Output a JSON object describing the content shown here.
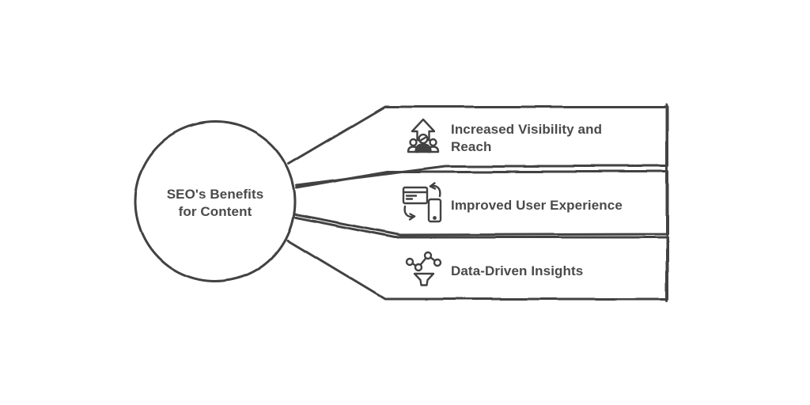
{
  "theme": {
    "ink": "#424242",
    "text": "#4a4a4a",
    "bg": "#ffffff"
  },
  "diagram": {
    "title": "SEO's Benefits for Content",
    "hub": {
      "label": "SEO's Benefits for Content",
      "shape": "circle"
    },
    "branches": [
      {
        "icon": "audience-growth-icon",
        "label": "Increased Visibility and Reach"
      },
      {
        "icon": "device-sync-icon",
        "label": "Improved User Experience"
      },
      {
        "icon": "data-funnel-icon",
        "label": "Data-Driven Insights"
      }
    ]
  }
}
